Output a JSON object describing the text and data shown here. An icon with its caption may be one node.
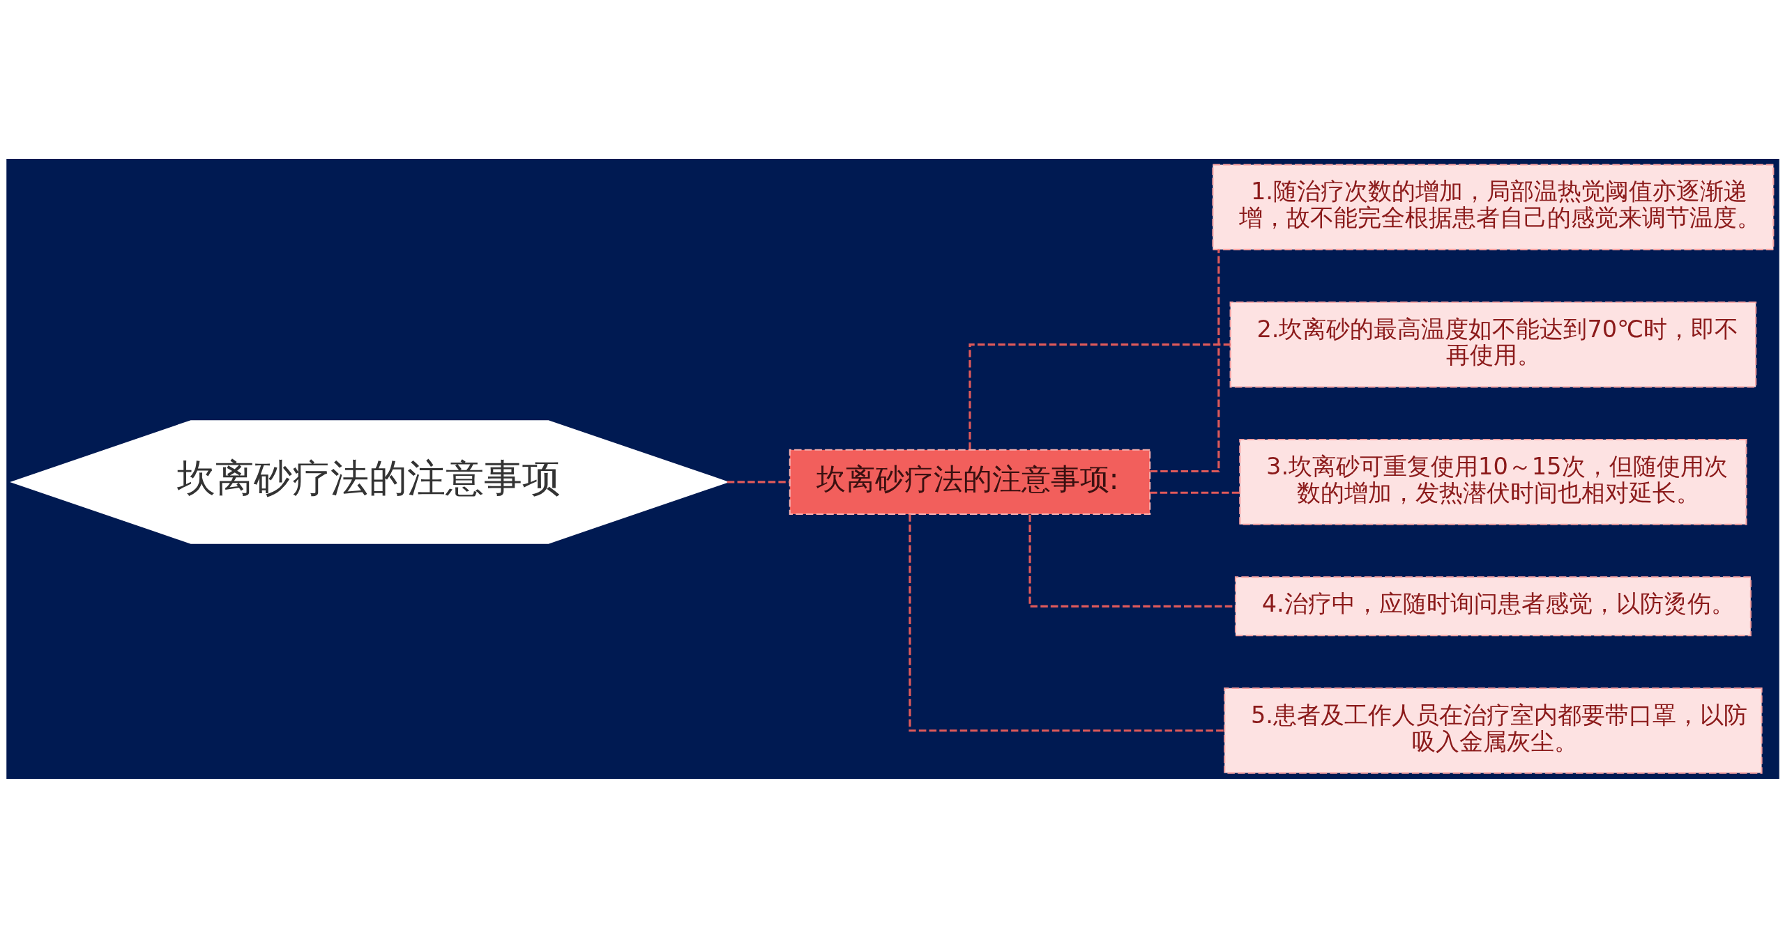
{
  "diagram": {
    "nodes": [
      {
        "text": [
          "坎离砂疗法的注意事项"
        ]
      },
      {
        "text": [
          "坎离砂疗法的注意事项:"
        ]
      },
      {
        "text": [
          "1.随治疗次数的增加，局部温热觉阈值亦逐渐递增，故不能完全根据患者自己的感觉来调节温度。"
        ]
      },
      {
        "text": [
          "2.坎离砂的最高温度如不能达到70℃时，即不再使用。"
        ]
      },
      {
        "text": [
          "3.坎离砂可重复使用10～15次，但随使用次数的增加，发热潜伏时间也相对延长。"
        ]
      },
      {
        "text": [
          "4.治疗中，应随时询问患者感觉，以防烫伤。"
        ]
      },
      {
        "text": [
          "5.患者及工作人员在治疗室内都要带口罩，以防吸入金属灰尘。"
        ]
      }
    ],
    "edges": [
      {
        "from": 0,
        "to": 1,
        "arrow": "none",
        "style": "dashed"
      },
      {
        "from": 1,
        "to": 2,
        "arrow": "none",
        "style": "dashed"
      },
      {
        "from": 1,
        "to": 3,
        "arrow": "none",
        "style": "dashed"
      },
      {
        "from": 1,
        "to": 4,
        "arrow": "none",
        "style": "dashed"
      },
      {
        "from": 1,
        "to": 5,
        "arrow": "none",
        "style": "dashed"
      },
      {
        "from": 1,
        "to": 6,
        "arrow": "none",
        "style": "dashed"
      }
    ]
  }
}
